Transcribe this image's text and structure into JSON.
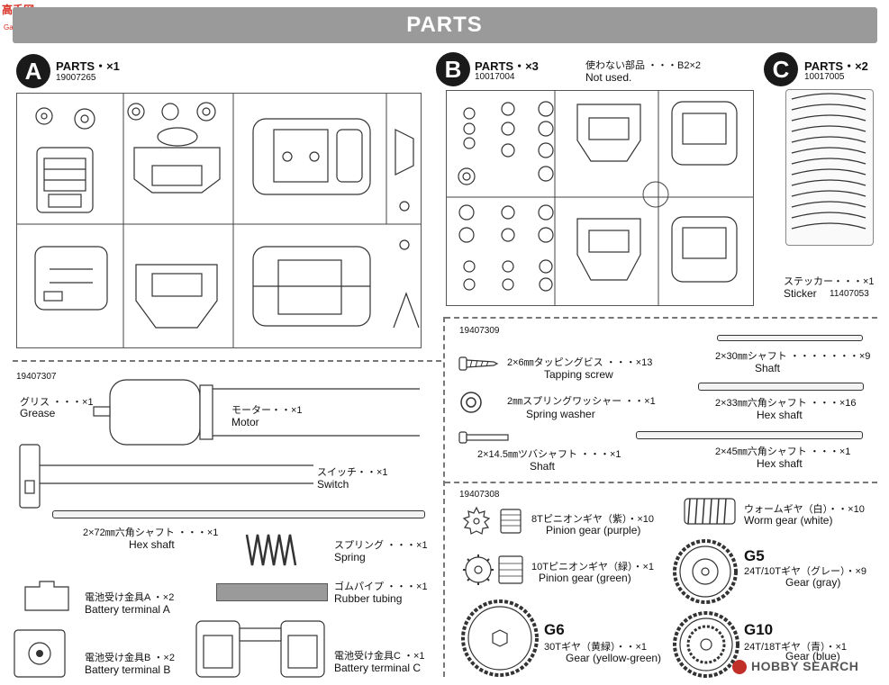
{
  "site_logo": {
    "text": "高手网",
    "sub": "Gaoshou.com"
  },
  "header": {
    "title": "PARTS"
  },
  "sheet_a": {
    "letter": "A",
    "title": "PARTS・×1",
    "code": "19007265"
  },
  "sheet_b": {
    "letter": "B",
    "title": "PARTS・×3",
    "code": "10017004",
    "unused_jp": "使わない部品 ・・・B2×2",
    "unused_en": "Not used."
  },
  "sheet_c": {
    "letter": "C",
    "title": "PARTS・×2",
    "code": "10017005",
    "sticker_jp": "ステッカー・・・×1",
    "sticker_en": "Sticker",
    "sticker_code": "11407053"
  },
  "bag_1": {
    "code": "19407307",
    "items": {
      "grease_jp": "グリス ・・・×1",
      "grease_en": "Grease",
      "motor_jp": "モーター・・×1",
      "motor_en": "Motor",
      "switch_jp": "スイッチ・・×1",
      "switch_en": "Switch",
      "hex72_jp": "2×72㎜六角シャフト ・・・×1",
      "hex72_en": "Hex shaft",
      "spring_jp": "スプリング ・・・×1",
      "spring_en": "Spring",
      "tube_jp": "ゴムパイプ ・・・×1",
      "tube_en": "Rubber tubing",
      "termA_jp": "電池受け金具A ・×2",
      "termA_en": "Battery terminal A",
      "termB_jp": "電池受け金具B ・×2",
      "termB_en": "Battery terminal B",
      "termC_jp": "電池受け金具C ・×1",
      "termC_en": "Battery terminal C"
    }
  },
  "bag_2": {
    "code": "19407309",
    "items": {
      "screw_jp": "2×6㎜タッピングビス ・・・×13",
      "screw_en": "Tapping screw",
      "washer_jp": "2㎜スプリングワッシャー ・・×1",
      "washer_en": "Spring washer",
      "flange_jp": "2×14.5㎜ツバシャフト ・・・×1",
      "flange_en": "Shaft",
      "s30_jp": "2×30㎜シャフト ・・・・・・・×9",
      "s30_en": "Shaft",
      "h33_jp": "2×33㎜六角シャフト ・・・×16",
      "h33_en": "Hex shaft",
      "h45_jp": "2×45㎜六角シャフト ・・・×1",
      "h45_en": "Hex shaft"
    }
  },
  "bag_3": {
    "code": "19407308",
    "items": {
      "pp_jp": "8Tピニオンギヤ（紫）・×10",
      "pp_en": "Pinion gear (purple)",
      "pg_jp": "10Tピニオンギヤ（緑）・×1",
      "pg_en": "Pinion gear (green)",
      "worm_jp": "ウォームギヤ（白）・・×10",
      "worm_en": "Worm gear (white)",
      "g5_id": "G5",
      "g5_jp": "24T/10Tギヤ（グレー）・×9",
      "g5_en": "Gear (gray)",
      "g6_id": "G6",
      "g6_jp": "30Tギヤ（黄緑）・・×1",
      "g6_en": "Gear (yellow-green)",
      "g10_id": "G10",
      "g10_jp": "24T/18Tギヤ（青）・×1",
      "g10_en": "Gear (blue)"
    }
  },
  "watermark": {
    "text": "HOBBY SEARCH"
  }
}
